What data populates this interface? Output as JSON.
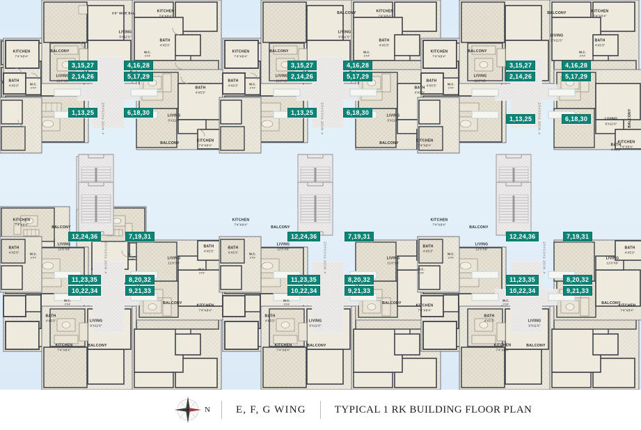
{
  "document": {
    "title": "TYPICAL 1 RK BUILDING FLOOR PLAN",
    "wing": "E, F, G  WING",
    "north_letter": "N"
  },
  "colors": {
    "badge_fill": "#0c8578",
    "badge_border": "#0a6d62",
    "plan_background": "#dcecf8",
    "slab_fill": "#efeade",
    "hatch_fill": "#e3ded0",
    "wall": "#3c4249",
    "footer_text": "#1d1d1d"
  },
  "passage": {
    "label": "4' WIDE PASSAGE"
  },
  "room_types": {
    "kitchen": {
      "name": "KITCHEN",
      "dim": "7'4\"X8'4\""
    },
    "bath": {
      "name": "BATH",
      "dim": "4'X5'3\""
    },
    "wc": {
      "name": "W.C.",
      "dim": "3'X4'"
    },
    "living_a": {
      "name": "LIVING",
      "dim": "11'6\"X9'"
    },
    "living_b": {
      "name": "LIVING",
      "dim": "9'X11'6\""
    },
    "balcony": {
      "name": "BALCONY",
      "dim": ""
    },
    "wide_bal": {
      "name": "3'6\" WIDE BAL.",
      "dim": ""
    }
  },
  "unit_badges": {
    "top": [
      {
        "id": "3-15-27",
        "label": "3,15,27"
      },
      {
        "id": "2-14-26",
        "label": "2,14,26"
      },
      {
        "id": "4-16-28",
        "label": "4,16,28"
      },
      {
        "id": "5-17-29",
        "label": "5,17,29"
      },
      {
        "id": "1-13-25",
        "label": "1,13,25"
      },
      {
        "id": "6-18-30",
        "label": "6,18,30"
      }
    ],
    "bottom": [
      {
        "id": "12-24-36",
        "label": "12,24,36"
      },
      {
        "id": "7-19-31",
        "label": "7,19,31"
      },
      {
        "id": "11-23-35",
        "label": "11,23,35"
      },
      {
        "id": "10-22-34",
        "label": "10,22,34"
      },
      {
        "id": "8-20-32",
        "label": "8,20,32"
      },
      {
        "id": "9-21-33",
        "label": "9,21,33"
      }
    ]
  },
  "clusters": {
    "count": 6,
    "arrangement": "3 columns x 2 rows, each cluster = 6 one-RK units around a central 4' passage with a staircase core"
  }
}
